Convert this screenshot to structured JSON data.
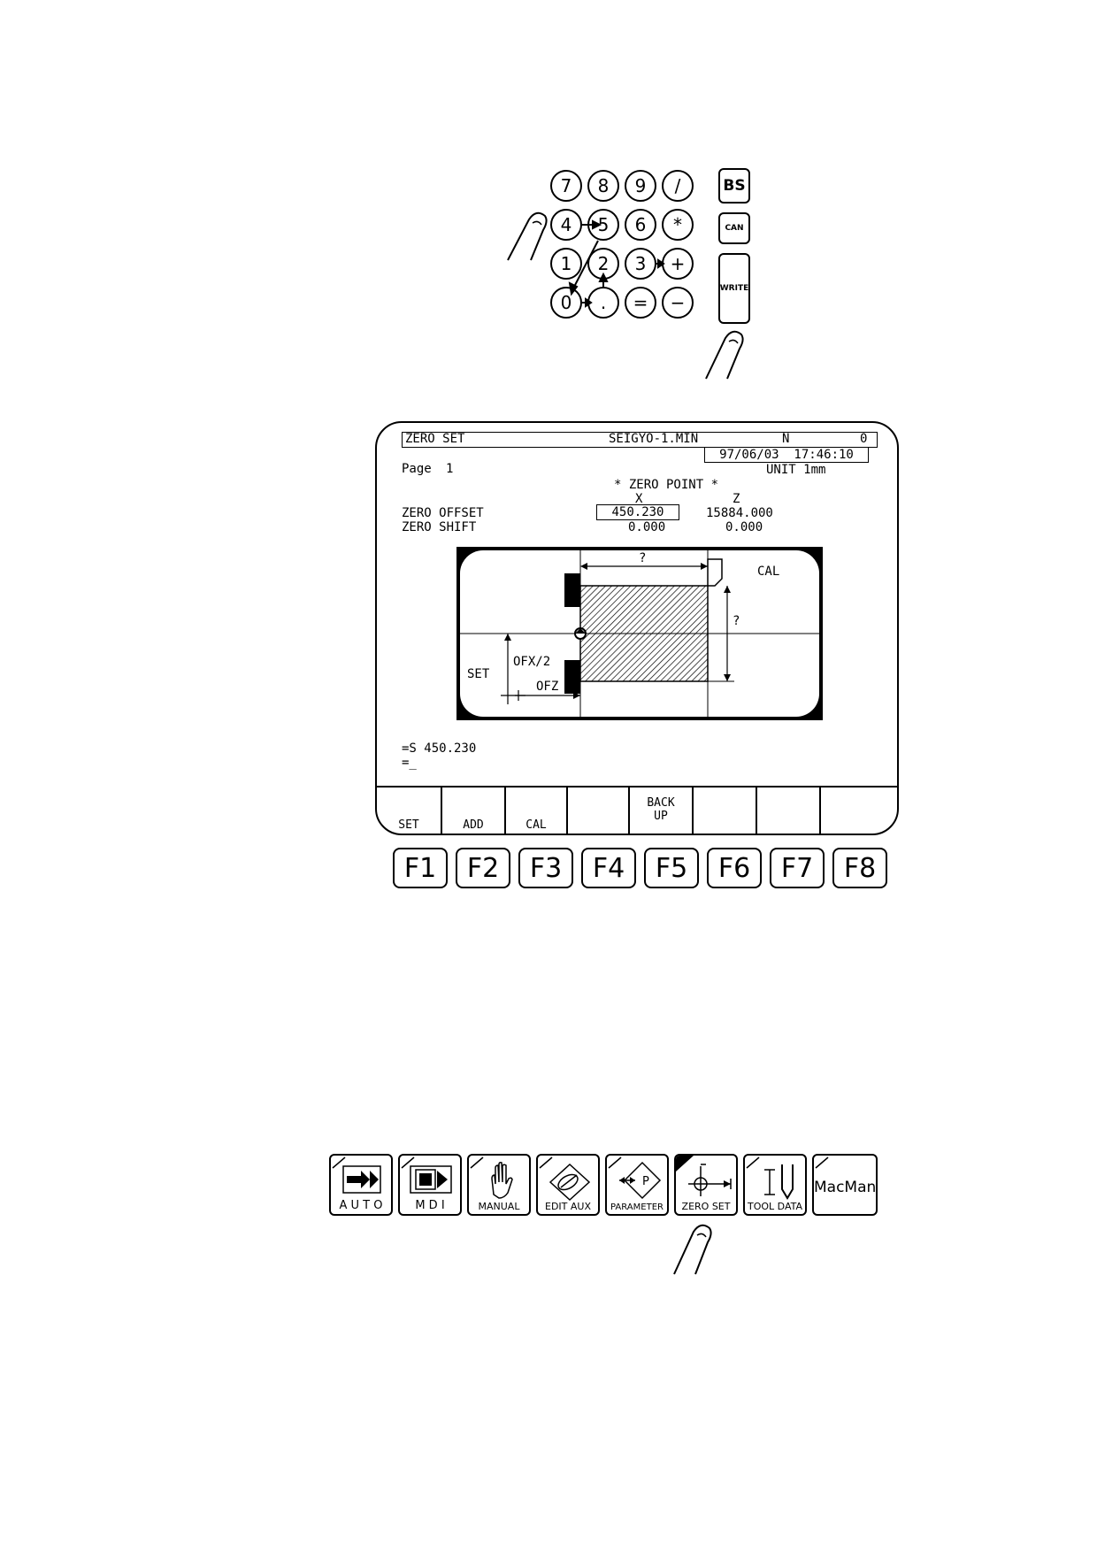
{
  "keypad": {
    "keys": [
      "7",
      "8",
      "9",
      "/",
      "4",
      "5",
      "6",
      "*",
      "1",
      "2",
      "3",
      "+",
      "0",
      ".",
      "=",
      "−"
    ],
    "side": {
      "bs": "BS",
      "can": "CAN",
      "write": "WRITE"
    }
  },
  "screen": {
    "mode_title": "ZERO SET",
    "program": "SEIGYO-1.MIN",
    "n_label": "N",
    "n_value": "0",
    "datetime": "97/06/03  17:46:10",
    "unit": "UNIT 1mm",
    "page_label": "Page",
    "page_number": "1",
    "section_title": "* ZERO POINT *",
    "col_x": "X",
    "col_z": "Z",
    "rows": [
      {
        "label": "ZERO OFFSET",
        "x": "450.230",
        "z": "15884.000"
      },
      {
        "label": "ZERO SHIFT",
        "x": "0.000",
        "z": "0.000"
      }
    ],
    "diagram": {
      "cal": "CAL",
      "q_top": "?",
      "q_right": "?",
      "ofx": "OFX/2",
      "set": "SET",
      "ofz": "OFZ"
    },
    "command_line": "=S 450.230",
    "prompt": "=_",
    "softkeys": [
      {
        "line1": "",
        "line2": "SET"
      },
      {
        "line1": "",
        "line2": "ADD"
      },
      {
        "line1": "",
        "line2": "CAL"
      },
      {
        "line1": "",
        "line2": ""
      },
      {
        "line1": "BACK",
        "line2": "UP"
      },
      {
        "line1": "",
        "line2": ""
      },
      {
        "line1": "",
        "line2": ""
      },
      {
        "line1": "",
        "line2": ""
      }
    ]
  },
  "fkeys": [
    "F1",
    "F2",
    "F3",
    "F4",
    "F5",
    "F6",
    "F7",
    "F8"
  ],
  "modes": [
    {
      "label": "A U T O",
      "icon": "auto-icon"
    },
    {
      "label": "M D I",
      "icon": "mdi-icon"
    },
    {
      "label": "MANUAL",
      "icon": "hand-icon"
    },
    {
      "label": "EDIT AUX",
      "icon": "edit-icon"
    },
    {
      "label": "PARAMETER",
      "icon": "parameter-icon"
    },
    {
      "label": "ZERO SET",
      "icon": "zero-set-icon"
    },
    {
      "label": "TOOL DATA",
      "icon": "tool-icon"
    },
    {
      "label": "MacMan",
      "icon": ""
    }
  ]
}
